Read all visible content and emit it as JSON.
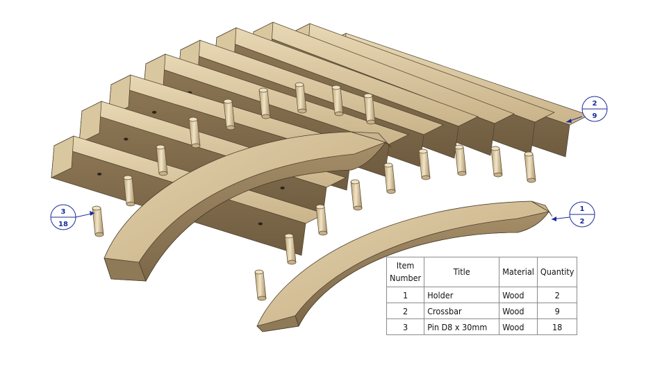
{
  "balloons": [
    {
      "item": "2",
      "qty": "9"
    },
    {
      "item": "3",
      "qty": "18"
    },
    {
      "item": "1",
      "qty": "2"
    }
  ],
  "bom": {
    "headers": [
      "Item\nNumber",
      "Title",
      "Material",
      "Quantity"
    ],
    "rows": [
      [
        "1",
        "Holder",
        "Wood",
        "2"
      ],
      [
        "2",
        "Crossbar",
        "Wood",
        "9"
      ],
      [
        "3",
        "Pin D8 x 30mm",
        "Wood",
        "18"
      ]
    ]
  },
  "colors": {
    "wood_top": "#d8c49a",
    "wood_side": "#a08a64",
    "wood_dark": "#6b5a3e",
    "balloon": "#1a2a9a"
  }
}
